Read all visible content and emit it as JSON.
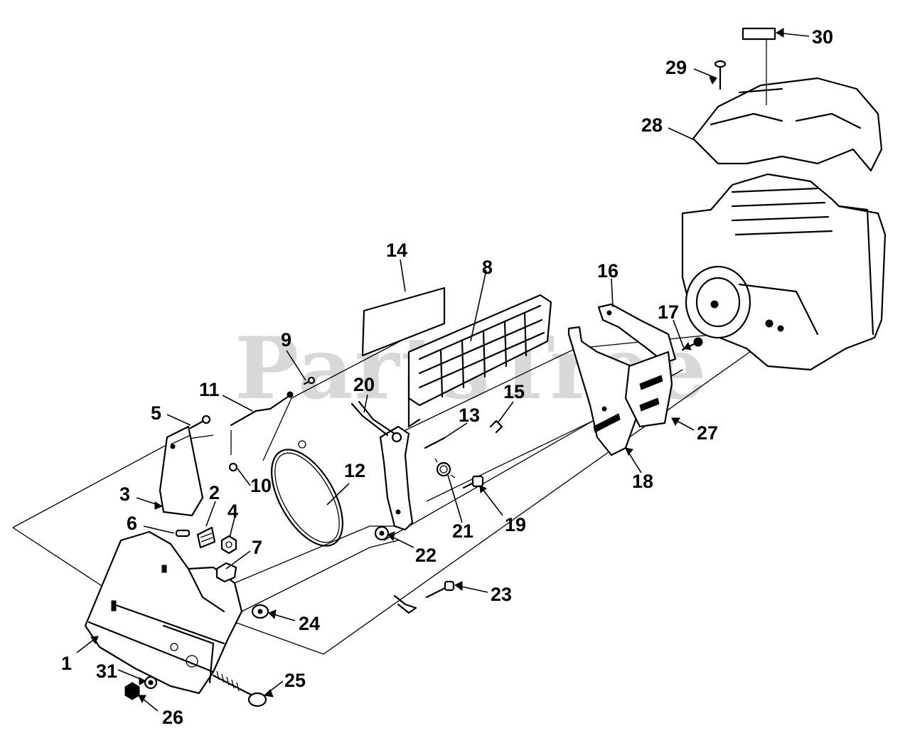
{
  "watermark": "PartsTree",
  "callouts": {
    "c1": "1",
    "c2": "2",
    "c3": "3",
    "c4": "4",
    "c5": "5",
    "c6": "6",
    "c7": "7",
    "c8": "8",
    "c9": "9",
    "c10": "10",
    "c11": "11",
    "c12": "12",
    "c13": "13",
    "c14": "14",
    "c15": "15",
    "c16": "16",
    "c17": "17",
    "c18": "18",
    "c19": "19",
    "c20": "20",
    "c21": "21",
    "c22": "22",
    "c23": "23",
    "c24": "24",
    "c25": "25",
    "c26": "26",
    "c27": "27",
    "c28": "28",
    "c29": "29",
    "c30": "30",
    "c31": "31"
  }
}
